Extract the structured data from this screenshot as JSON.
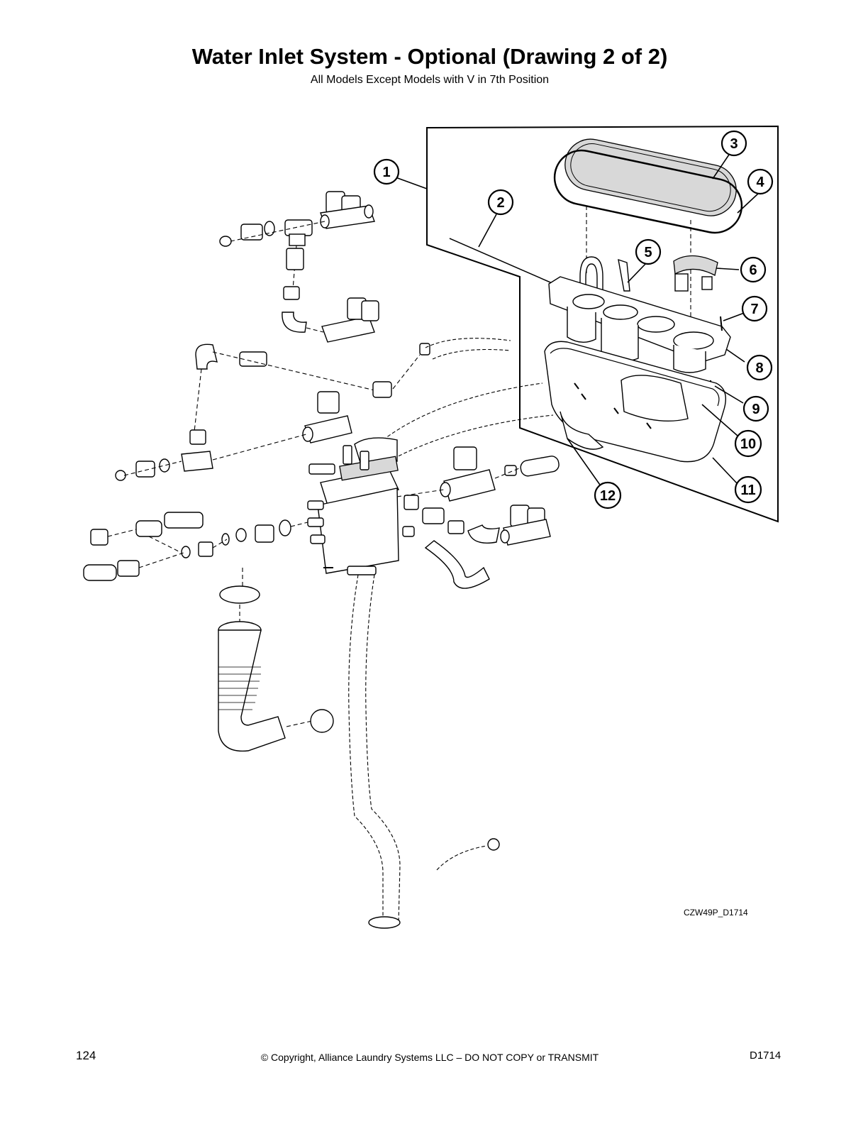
{
  "header": {
    "title": "Water Inlet System - Optional (Drawing 2 of 2)",
    "subtitle": "All Models Except Models with V in 7th Position"
  },
  "callouts": [
    "1",
    "2",
    "3",
    "4",
    "5",
    "6",
    "7",
    "8",
    "9",
    "10",
    "11",
    "12"
  ],
  "drawing_id": "CZW49P_D1714",
  "footer": {
    "page_number": "124",
    "copyright": "© Copyright, Alliance Laundry Systems LLC – DO NOT COPY or TRANSMIT",
    "doc_code": "D1714"
  }
}
